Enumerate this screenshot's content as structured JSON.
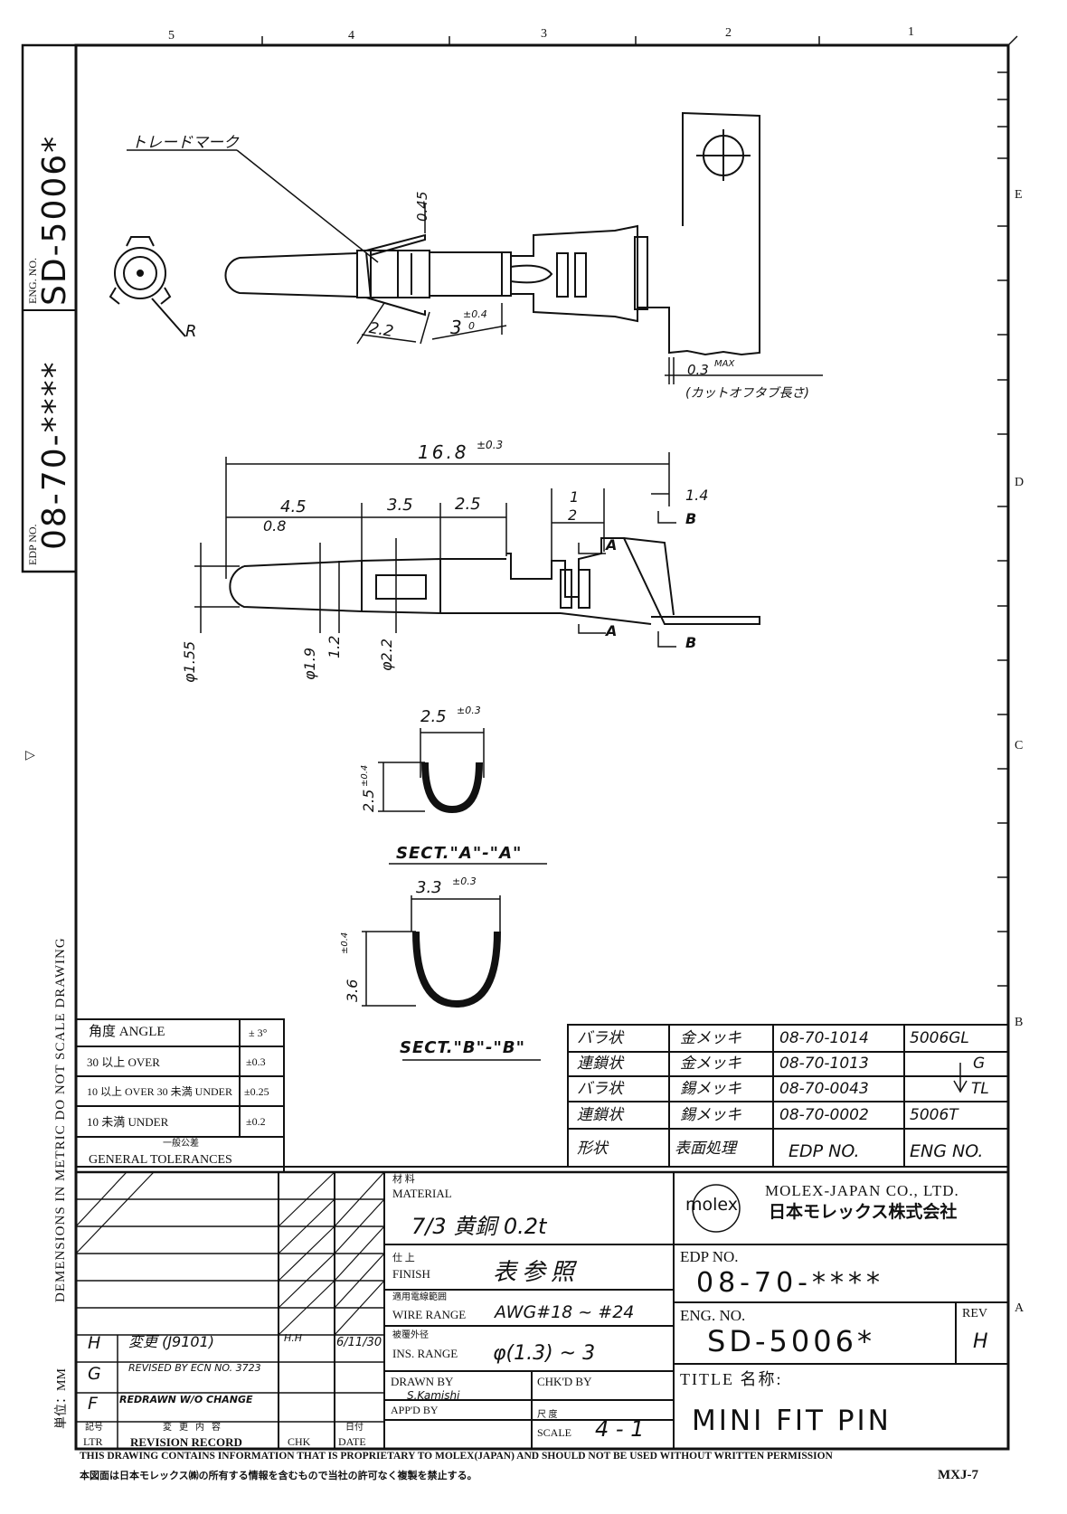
{
  "grid": {
    "columns": [
      "5",
      "4",
      "3",
      "2",
      "1"
    ],
    "rows": [
      "E",
      "D",
      "C",
      "B",
      "A"
    ]
  },
  "side_block": {
    "edp_label": "EDP NO.",
    "edp_value": "08-70-****",
    "eng_label": "ENG. NO.",
    "eng_value": "SD-5006*",
    "metric_note": "DEMENSIONS IN METRIC DO NOT SCALE DRAWING",
    "unit_note": "単位：MM",
    "marker": "▷"
  },
  "view1": {
    "trademark": "トレードマーク",
    "dim_045": "0.45",
    "dim_22": "2.2",
    "dim_3": "3",
    "dim_3_tol": "±0.4",
    "dim_3_tol2": "0",
    "radius": "R",
    "cutoff_val": "0.3",
    "cutoff_max": "MAX",
    "cutoff_note": "(カットオフタブ長さ)"
  },
  "view2": {
    "overall": "16.8",
    "overall_tol": "±0.3",
    "d45": "4.5",
    "d35": "3.5",
    "d25": "2.5",
    "d08": "0.8",
    "d1": "1",
    "d2": "2",
    "d14": "1.4",
    "dia155": "φ1.55",
    "dia19": "φ1.9",
    "d12": "1.2",
    "dia22": "φ2.2",
    "sec_a": "A",
    "sec_b": "B"
  },
  "sectA": {
    "width": "2.5",
    "width_tol": "±0.3",
    "height": "2.5",
    "height_tol": "±0.4",
    "label": "SECT.\"A\"-\"A\""
  },
  "sectB": {
    "width": "3.3",
    "width_tol": "±0.3",
    "height": "3.6",
    "height_tol": "±0.4",
    "label": "SECT.\"B\"-\"B\""
  },
  "tolerances": {
    "header_left": "角度  ANGLE",
    "header_right": "± 3°",
    "rows": [
      {
        "left": "30 以上 OVER",
        "right": "±0.3"
      },
      {
        "left": "10 以上 OVER  30 未満 UNDER",
        "right": "±0.25"
      },
      {
        "left": "10 未満 UNDER",
        "right": "±0.2"
      }
    ],
    "footer_jp": "一般公差",
    "footer": "GENERAL TOLERANCES"
  },
  "variants": {
    "headers": [
      "形状",
      "表面処理",
      "EDP NO.",
      "ENG NO."
    ],
    "rows": [
      {
        "shape": "バラ状",
        "finish": "金メッキ",
        "edp": "08-70-1014",
        "eng": "5006GL"
      },
      {
        "shape": "連鎖状",
        "finish": "金メッキ",
        "edp": "08-70-1013",
        "eng": "G"
      },
      {
        "shape": "バラ状",
        "finish": "錫メッキ",
        "edp": "08-70-0043",
        "eng": "TL"
      },
      {
        "shape": "連鎖状",
        "finish": "錫メッキ",
        "edp": "08-70-0002",
        "eng": "5006T"
      }
    ]
  },
  "material": {
    "label_jp": "材 料",
    "label": "MATERIAL",
    "value": "7/3 黄銅 0.2t"
  },
  "finish": {
    "label_jp": "仕 上",
    "label": "FINISH",
    "value": "表参照"
  },
  "wire_range": {
    "label_jp": "適用電線範囲",
    "label": "WIRE RANGE",
    "value": "AWG#18 ~ #24"
  },
  "ins_range": {
    "label_jp": "被覆外径",
    "label": "INS. RANGE",
    "value": "φ(1.3) ~ 3"
  },
  "signoff": {
    "drawn_label": "DRAWN BY",
    "drawn_value": "S.Kamishi",
    "chkd_label": "CHK'D BY",
    "appd_label": "APP'D BY",
    "scale_label_jp": "尺 度",
    "scale_label": "SCALE",
    "scale_value": "4 - 1"
  },
  "company": {
    "logo": "molex",
    "name": "MOLEX-JAPAN CO., LTD.",
    "name_jp": "日本モレックス株式会社"
  },
  "edp_no": {
    "label": "EDP NO.",
    "value": "08-70-****"
  },
  "eng_no": {
    "label": "ENG. NO.",
    "value": "SD-5006*",
    "rev_label": "REV",
    "rev_value": "H"
  },
  "title": {
    "label": "TITLE 名称:",
    "value": "MINI FIT PIN"
  },
  "revisions": {
    "rows": [
      {
        "ltr": "H",
        "desc": "変更 (J9101)",
        "chk": "H.H",
        "date": "6/11/30"
      },
      {
        "ltr": "G",
        "desc": "REVISED BY ECN NO. 3723",
        "chk": "",
        "date": ""
      },
      {
        "ltr": "F",
        "desc": "REDRAWN W/O CHANGE",
        "chk": "",
        "date": ""
      }
    ],
    "footer_ltr_jp": "記号",
    "footer_ltr": "LTR",
    "footer_desc_jp": "変更内容",
    "footer_desc": "REVISION RECORD",
    "footer_chk": "CHK",
    "footer_date_jp": "日付",
    "footer_date": "DATE"
  },
  "footer": {
    "notice_en": "THIS DRAWING CONTAINS INFORMATION THAT IS PROPRIETARY TO MOLEX(JAPAN) AND SHOULD NOT BE USED WITHOUT WRITTEN PERMISSION",
    "notice_jp": "本図面は日本モレックス㈱の所有する情報を含むもので当社の許可なく複製を禁止する。",
    "sheet_code": "MXJ-7"
  }
}
